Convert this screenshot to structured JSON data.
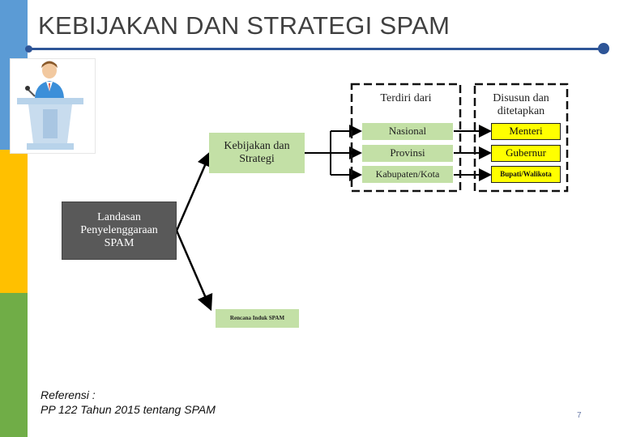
{
  "title": "KEBIJAKAN DAN STRATEGI SPAM",
  "colors": {
    "title_line": "#2e5597",
    "strip_blue": "#5b9bd5",
    "strip_yellow": "#ffc000",
    "strip_green": "#70ad47",
    "green_box": "#c3e0a6",
    "yellow_box": "#ffff00",
    "dark_box": "#595959"
  },
  "illustration": "speaker-at-podium-icon",
  "diagram": {
    "root": "Landasan Penyelenggaraan SPAM",
    "branch_top": "Kebijakan dan Strategi",
    "branch_bottom": "Rencana Induk SPAM",
    "column_headers": {
      "left": "Terdiri dari",
      "right": "Disusun dan ditetapkan"
    },
    "rows": [
      {
        "level": "Nasional",
        "authority": "Menteri"
      },
      {
        "level": "Provinsi",
        "authority": "Gubernur"
      },
      {
        "level": "Kabupaten/Kota",
        "authority": "Bupati/Walikota"
      }
    ]
  },
  "reference": {
    "label": "Referensi :",
    "text": "PP 122 Tahun 2015 tentang SPAM"
  },
  "page_number": "7"
}
